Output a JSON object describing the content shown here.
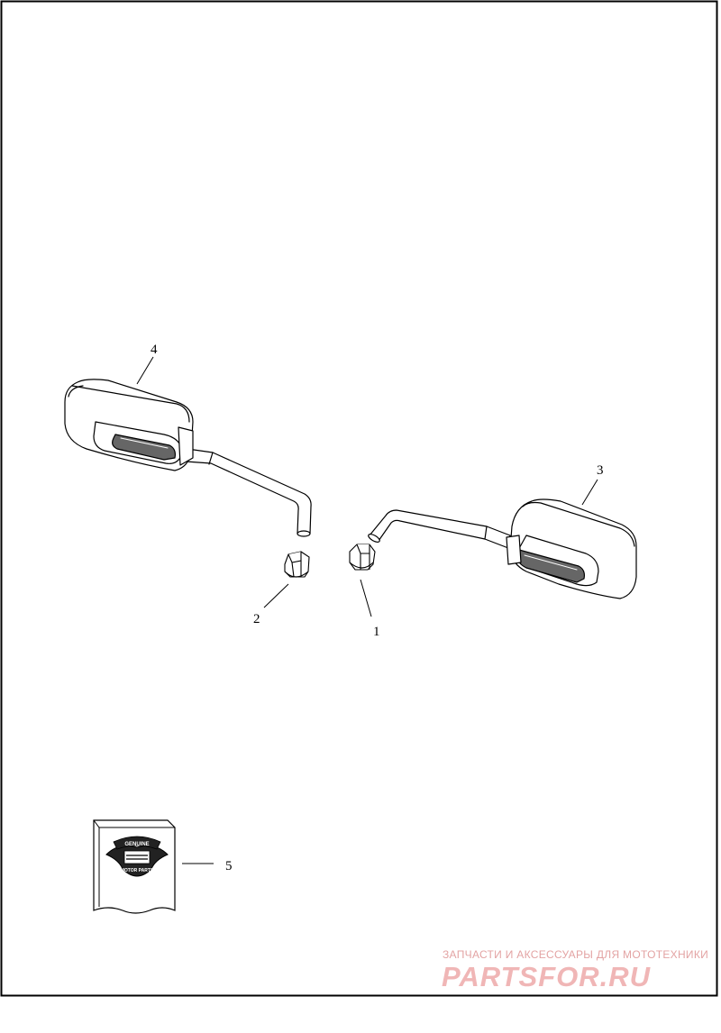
{
  "diagram": {
    "callouts": {
      "c1": "1",
      "c2": "2",
      "c3": "3",
      "c4": "4",
      "c5": "5"
    },
    "kit_label": {
      "line1": "GENUINE",
      "line2": "MOTOR PARTS"
    }
  },
  "watermark": {
    "tagline": "ЗАПЧАСТИ И АКСЕССУАРЫ ДЛЯ МОТОТЕХНИКИ",
    "logo": "PARTSFOR.RU"
  }
}
